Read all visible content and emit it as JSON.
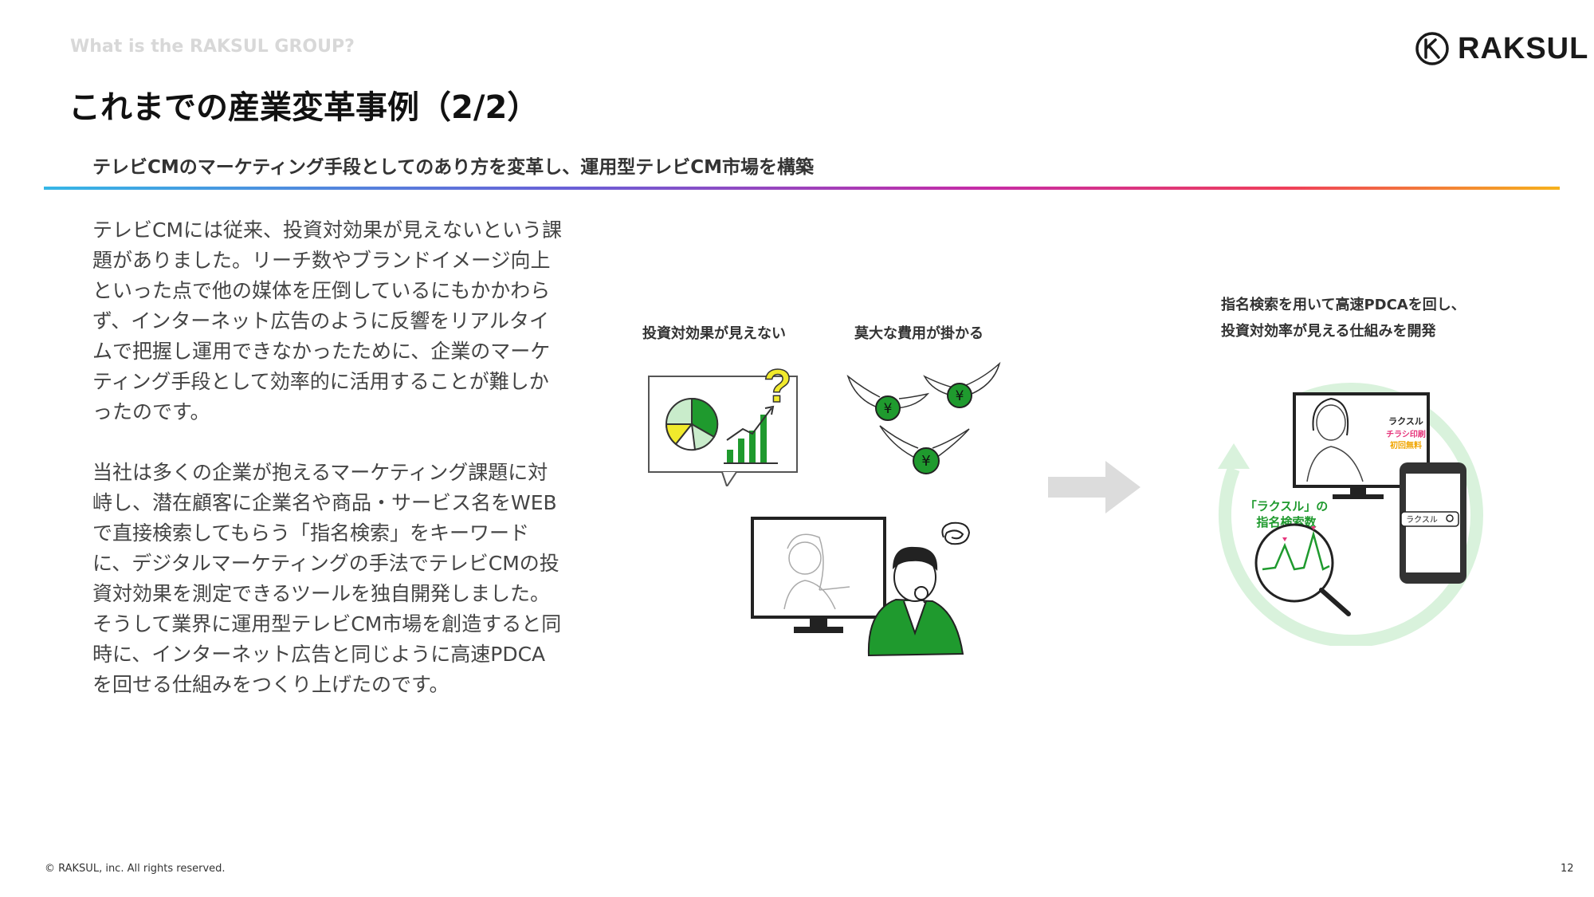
{
  "header": {
    "eyebrow": "What is the RAKSUL GROUP?",
    "logo_text": "RAKSUL",
    "title": "これまでの産業変革事例（2/2）",
    "subtitle": "テレビCMのマーケティング手段としてのあり方を変革し、運用型テレビCM市場を構築"
  },
  "body": {
    "paragraph1": "テレビCMには従来、投資対効果が見えないという課題がありました。リーチ数やブランドイメージ向上といった点で他の媒体を圧倒しているにもかかわらず、インターネット広告のように反響をリアルタイムで把握し運用できなかったために、企業のマーケティング手段として効率的に活用することが難しかったのです。",
    "paragraph2": "当社は多くの企業が抱えるマーケティング課題に対峙し、潜在顧客に企業名や商品・サービス名をWEBで直接検索してもらう「指名検索」をキーワードに、デジタルマーケティングの手法でテレビCMの投資対効果を測定できるツールを独自開発しました。そうして業界に運用型テレビCM市場を創造すると同時に、インターネット広告と同じように高速PDCAを回せる仕組みをつくり上げたのです。"
  },
  "illustration": {
    "label_left": "投資対効果が見えない",
    "label_mid": "莫大な費用が掛かる",
    "label_right_line1": "指名検索を用いて高速PDCAを回し、",
    "label_right_line2": "投資対効率が見える仕組みを開発",
    "question_mark": "?",
    "yen_symbol": "¥",
    "tv_brand": "ラクスル",
    "tv_ad_line1": "チラシ印刷",
    "tv_ad_line2": "初回無料",
    "search_chip": "ラクスル",
    "graph_title_line1": "「ラクスル」の",
    "graph_title_line2": "指名検索数",
    "accent_green": "#1f9a2e",
    "arrow_gray": "#dcdcdc",
    "cycle_green": "#d9f2dc"
  },
  "footer": {
    "copyright": "© RAKSUL, inc. All rights reserved.",
    "page_number": "12"
  }
}
